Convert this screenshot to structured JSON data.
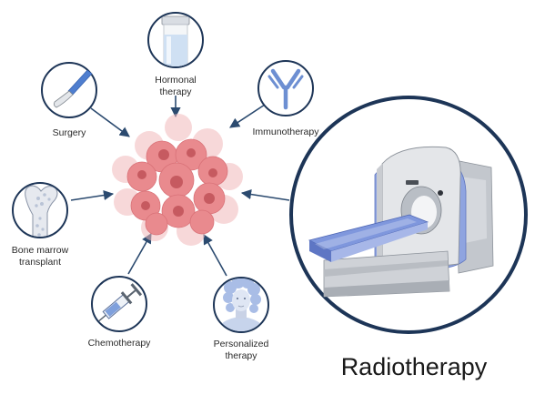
{
  "diagram": {
    "treatments": [
      {
        "id": "hormonal",
        "label": "Hormonal\ntherapy",
        "icon": "hormone-vial-icon"
      },
      {
        "id": "immunotherapy",
        "label": "Immunotherapy",
        "icon": "antibody-icon"
      },
      {
        "id": "surgery",
        "label": "Surgery",
        "icon": "scalpel-icon"
      },
      {
        "id": "bone-marrow",
        "label": "Bone marrow\ntransplant",
        "icon": "bone-icon"
      },
      {
        "id": "chemotherapy",
        "label": "Chemotherapy",
        "icon": "syringe-icon"
      },
      {
        "id": "personalized",
        "label": "Personalized\ntherapy",
        "icon": "person-icon"
      }
    ],
    "featured": {
      "label": "Radiotherapy",
      "icon": "ct-scanner-icon"
    },
    "center": {
      "icon": "tumor-cell-cluster-icon"
    },
    "colors": {
      "circle_stroke": "#1d3557",
      "arrow": "#2b4a6f",
      "tumor": "#e98a8e",
      "tumor_core": "#c65a60",
      "scanner_blue": "#8fa4e0",
      "machine_grey": "#d6d8dc"
    }
  }
}
